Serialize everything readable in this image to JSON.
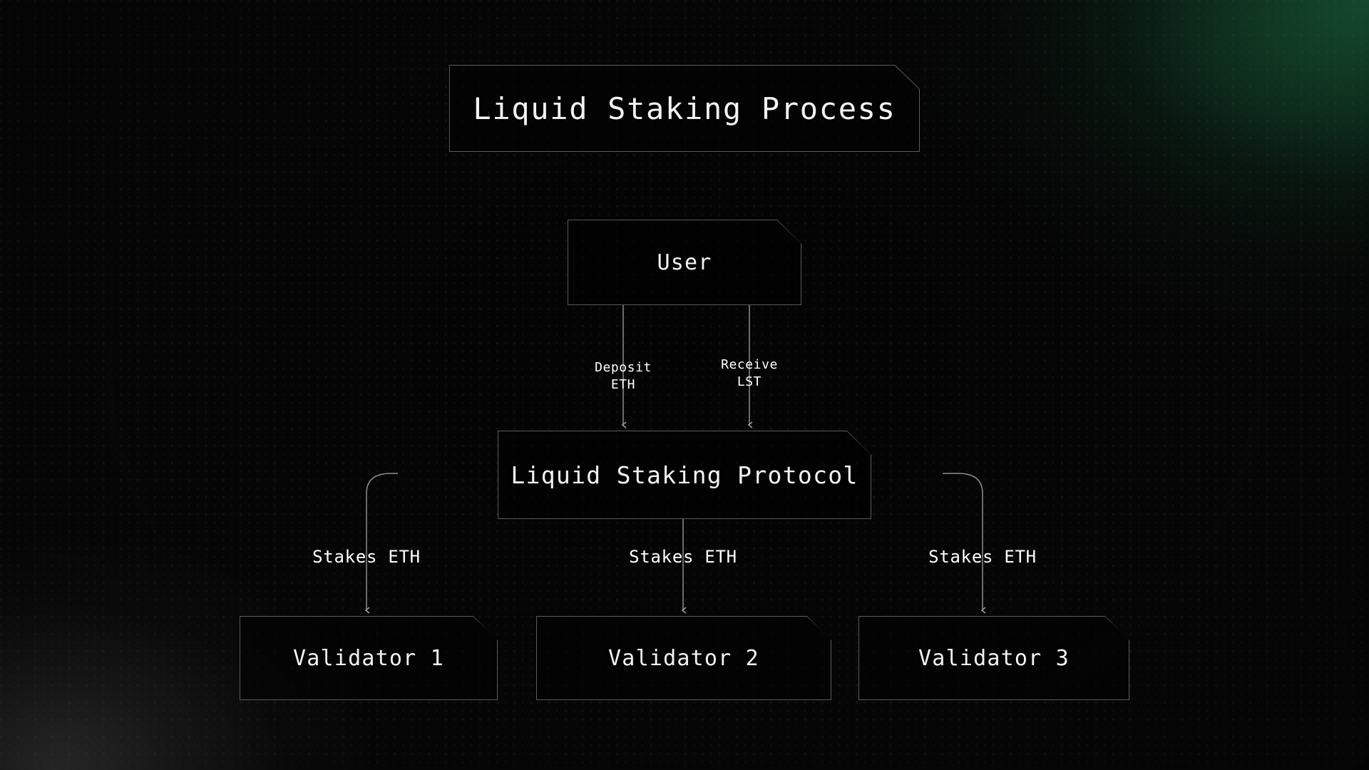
{
  "diagram": {
    "title": "Liquid Staking Process",
    "type": "flowchart",
    "theme": {
      "background": "#050505",
      "accent_glow": "#1f7848",
      "secondary_glow": "#a8a8a8",
      "node_border": "#585c59",
      "node_fill": "#020202",
      "text": "#f2f4f3",
      "edge_stroke": "#8a8f8b"
    }
  },
  "nodes": {
    "title": {
      "label": "Liquid Staking Process"
    },
    "user": {
      "label": "User"
    },
    "protocol": {
      "label": "Liquid Staking Protocol"
    },
    "validator1": {
      "label": "Validator 1"
    },
    "validator2": {
      "label": "Validator 2"
    },
    "validator3": {
      "label": "Validator 3"
    }
  },
  "edges": [
    {
      "id": "deposit",
      "from": "user",
      "to": "protocol",
      "label": "Deposit\nETH"
    },
    {
      "id": "receive",
      "from": "protocol",
      "to": "user",
      "label": "Receive\nLST"
    },
    {
      "id": "stakes1",
      "from": "protocol",
      "to": "validator1",
      "label": "Stakes ETH"
    },
    {
      "id": "stakes2",
      "from": "protocol",
      "to": "validator2",
      "label": "Stakes ETH"
    },
    {
      "id": "stakes3",
      "from": "protocol",
      "to": "validator3",
      "label": "Stakes ETH"
    }
  ]
}
